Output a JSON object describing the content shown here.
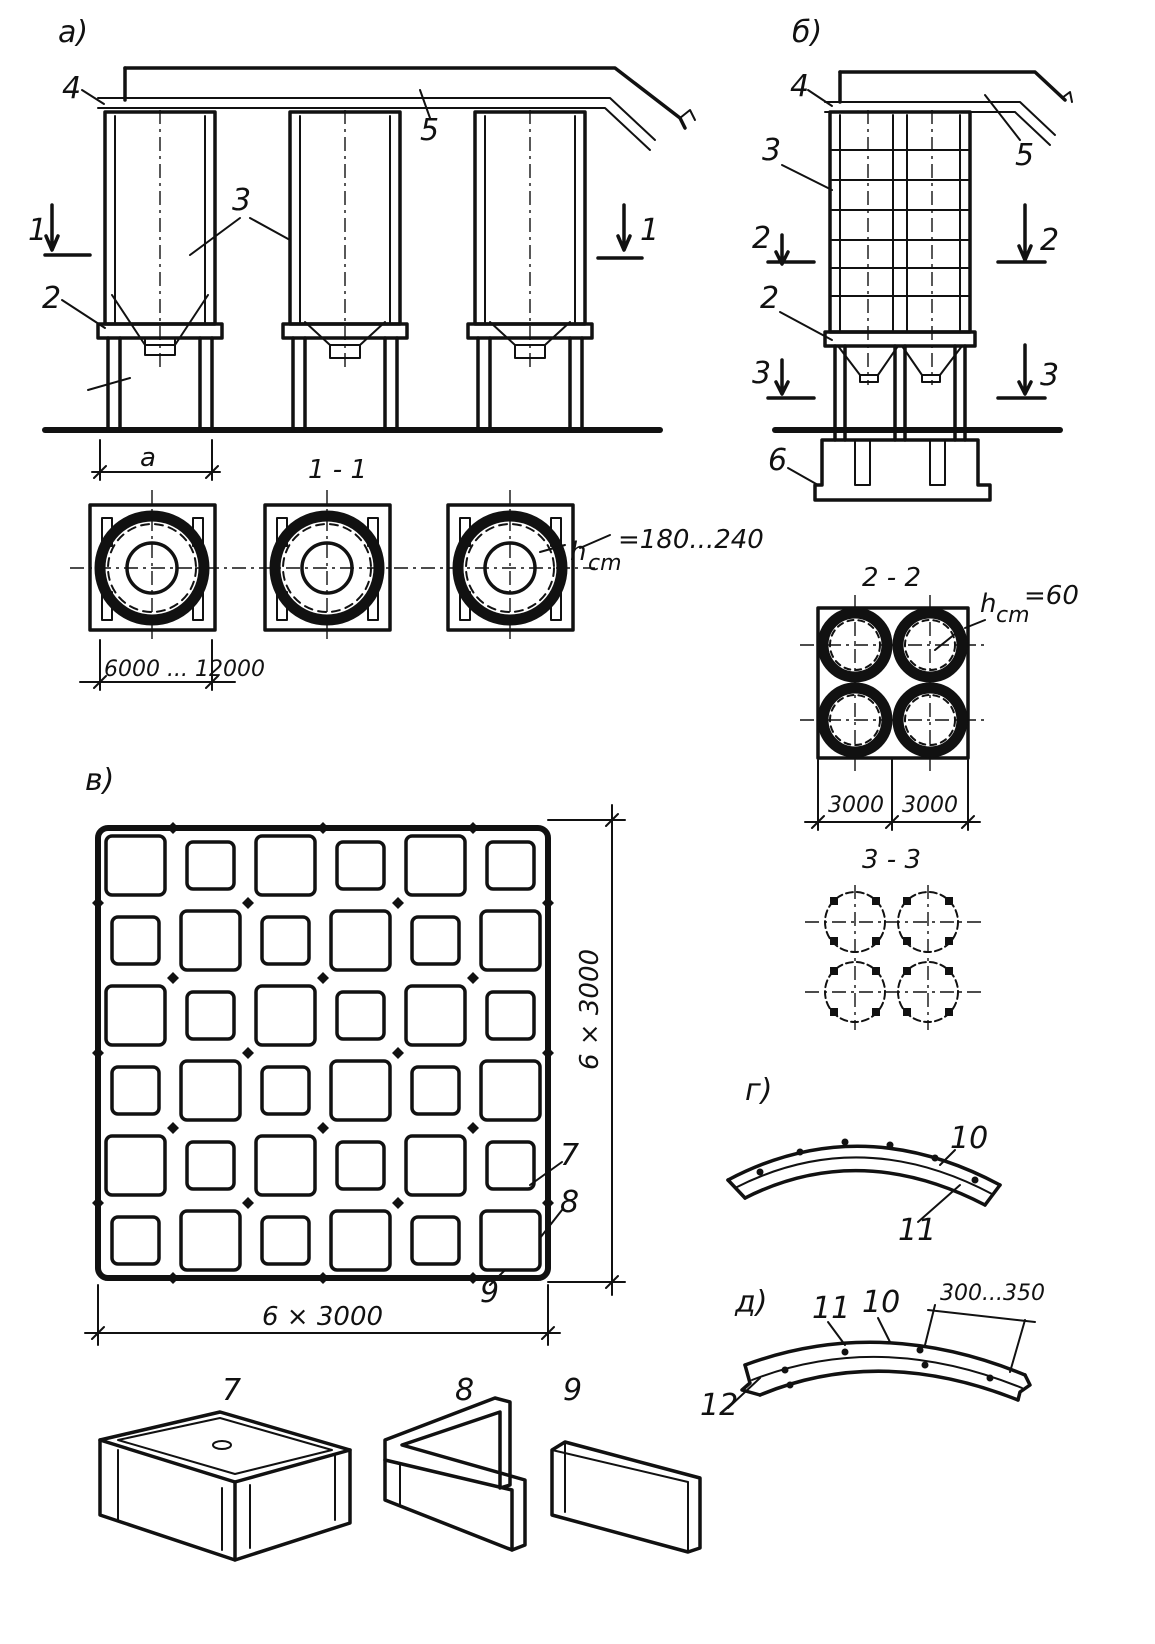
{
  "panel_labels": {
    "a": "а)",
    "b": "б)",
    "v": "в)",
    "g": "г)",
    "d": "д)"
  },
  "callouts": {
    "n1": "1",
    "n2": "2",
    "n3": "3",
    "n4": "4",
    "n5": "5",
    "n6": "6",
    "n7": "7",
    "n8": "8",
    "n9": "9",
    "n10": "10",
    "n11": "11",
    "n12": "12",
    "n10a": "10"
  },
  "section_labels": {
    "s11": "1 - 1",
    "s22": "2 - 2",
    "s33": "3 - 3"
  },
  "dimensions": {
    "a_span": "a",
    "silo_range": "6000 ... 12000",
    "wall_thick_a": "h",
    "wall_thick_a_sub": "cm",
    "wall_thick_a_val": "=180...240",
    "wall_thick_b": "h",
    "wall_thick_b_sub": "cm",
    "wall_thick_b_val": "=60",
    "cell_3000_left": "3000",
    "cell_3000_right": "3000",
    "grid_h": "6 × 3000",
    "grid_v": "6 × 3000",
    "segment_spacing": "300...350"
  },
  "colors": {
    "ink": "#111111",
    "paper": "#ffffff"
  }
}
